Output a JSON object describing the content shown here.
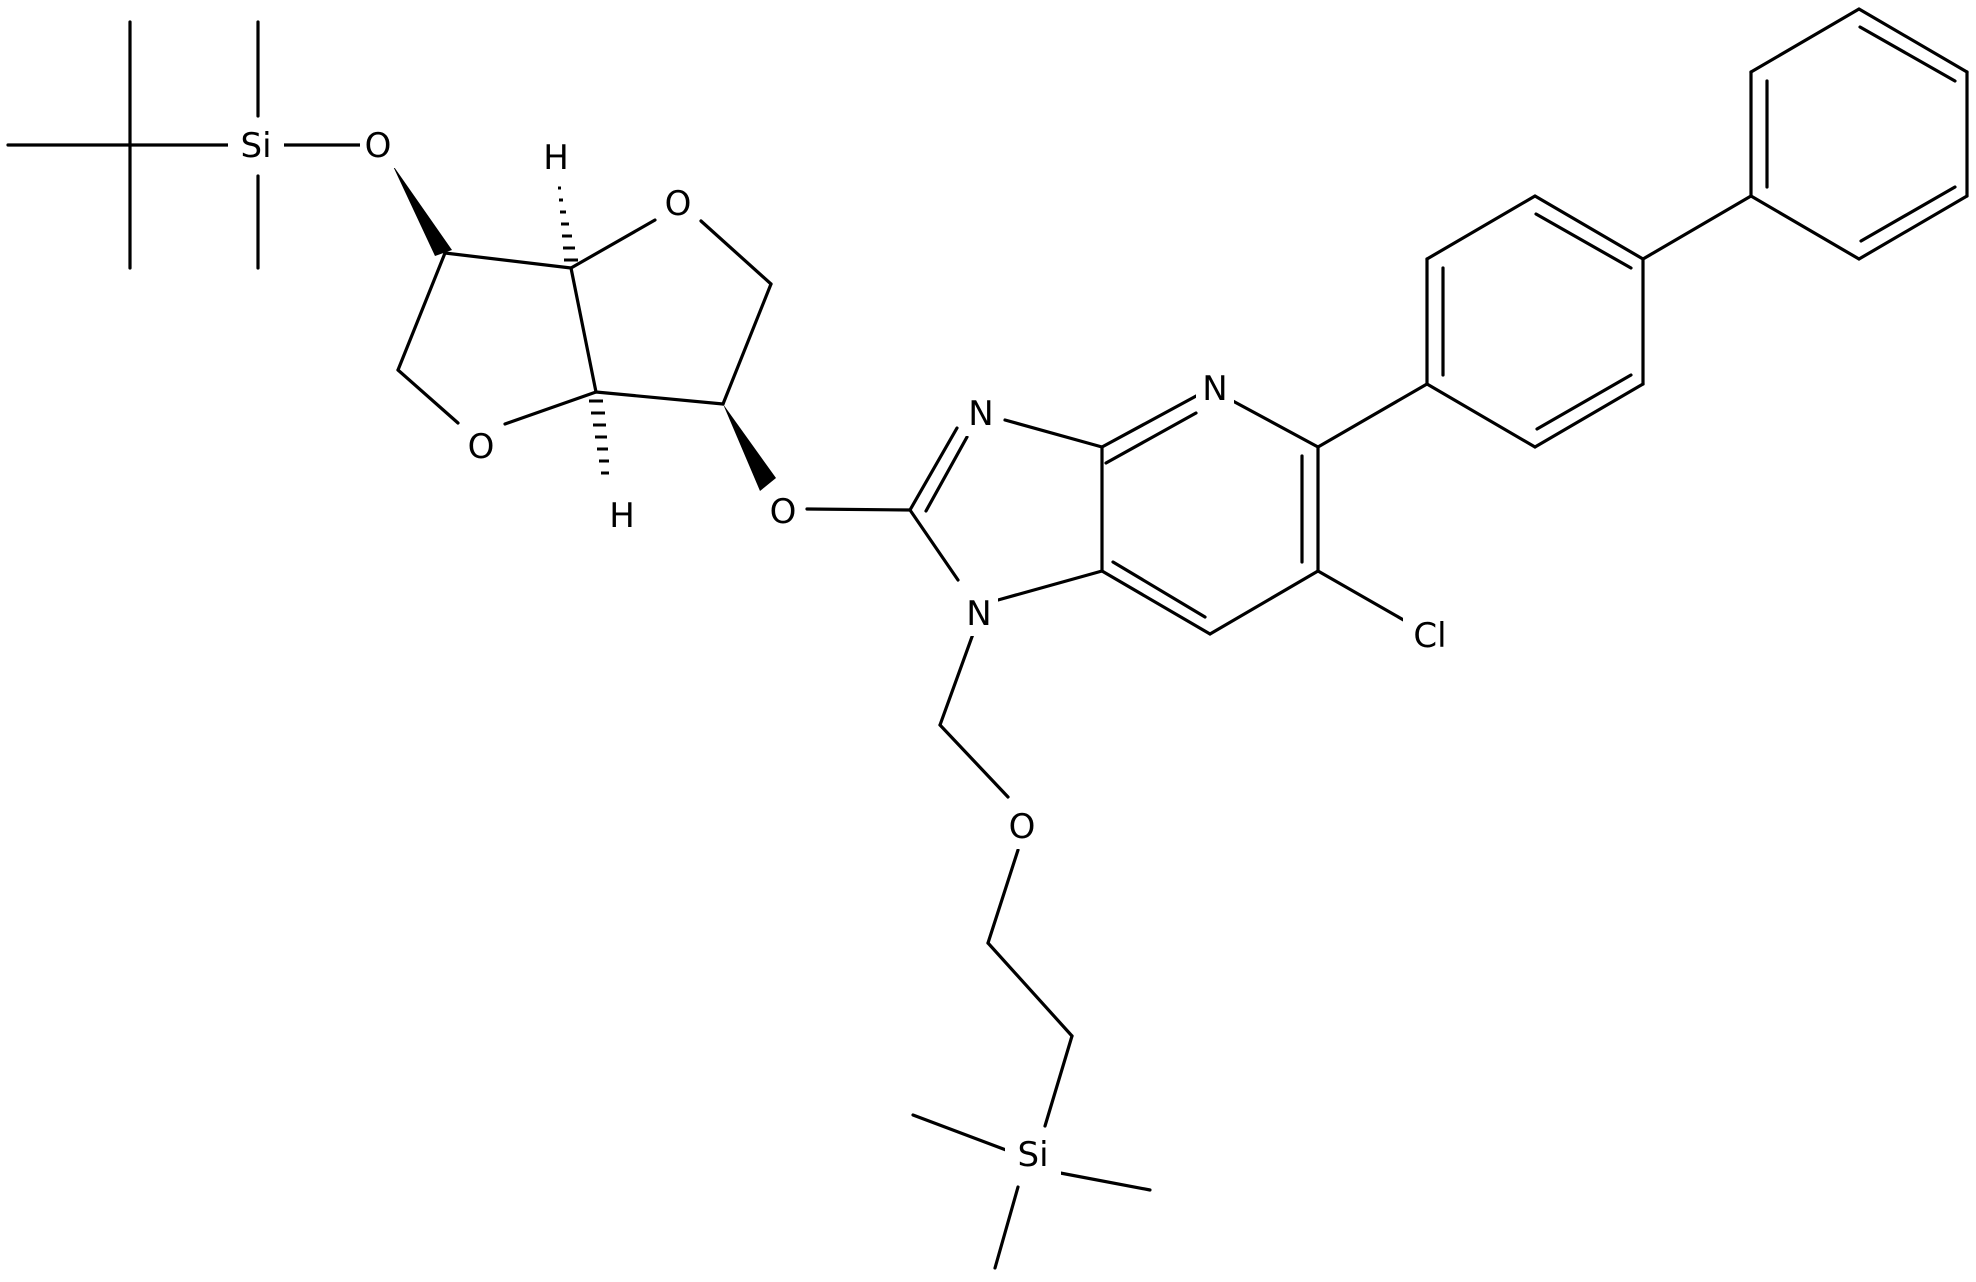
{
  "atoms": {
    "si_tbs": "Si",
    "o_tbs": "O",
    "o_ring_top": "O",
    "o_ring_left": "O",
    "h_top": "H",
    "h_bottom": "H",
    "o_ether": "O",
    "n_imid": "N",
    "n_pyr": "N",
    "n1": "N",
    "cl": "Cl",
    "o_sem": "O",
    "si_tms": "Si"
  }
}
